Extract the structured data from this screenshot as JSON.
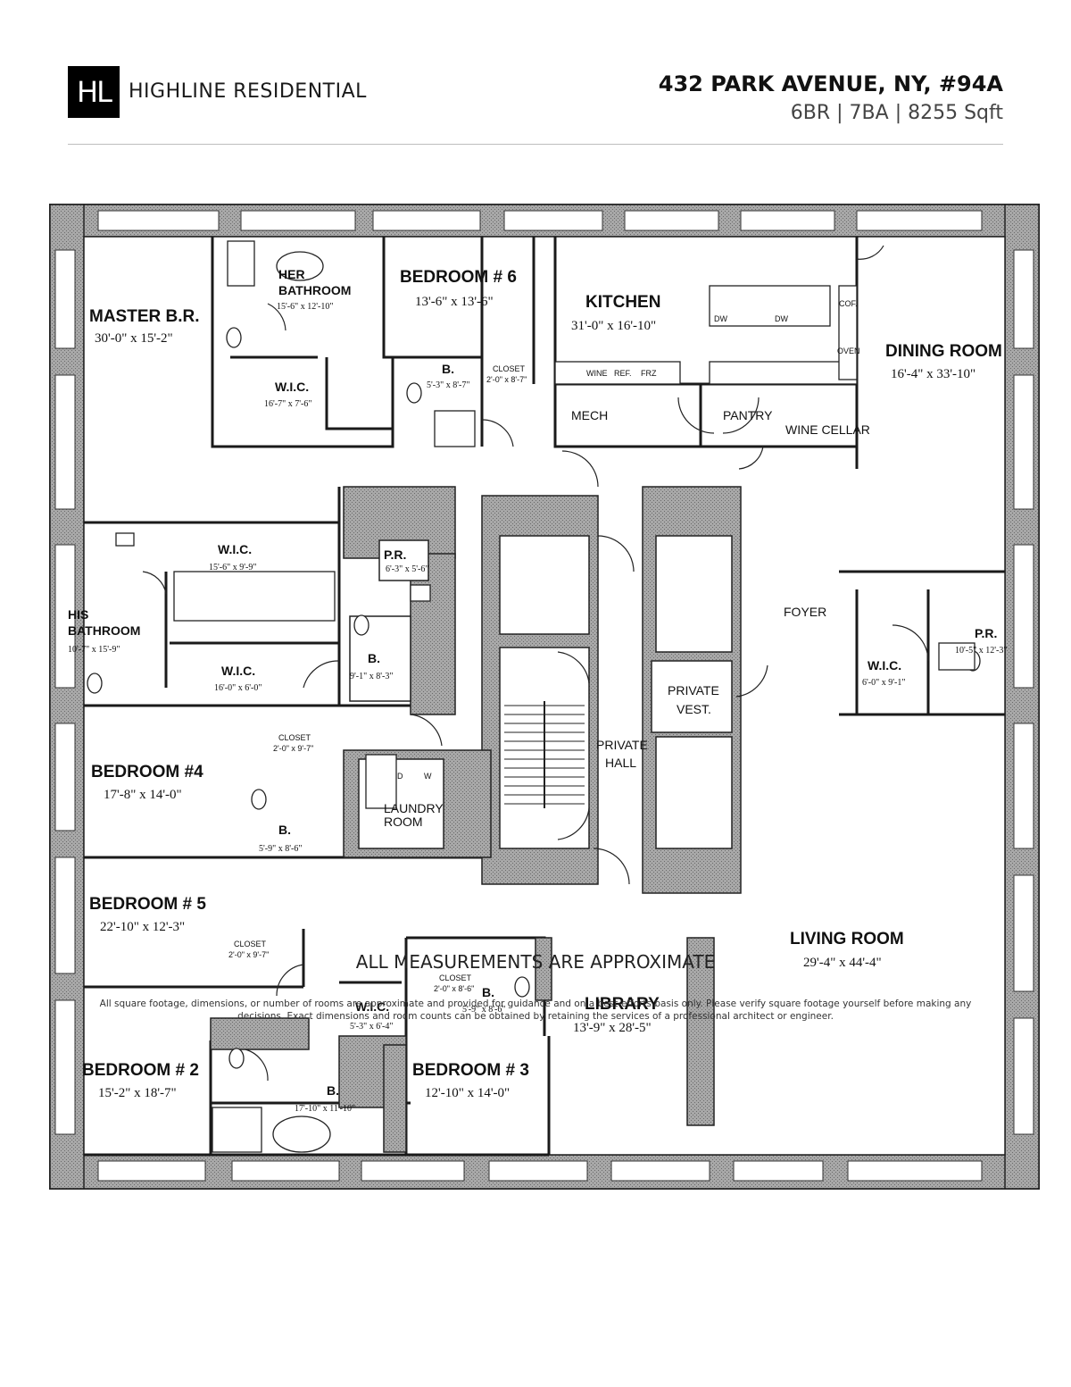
{
  "brand": {
    "logo_text": "HL",
    "name": "HIGHLINE RESIDENTIAL"
  },
  "listing": {
    "address": "432 PARK AVENUE, NY, #94A",
    "summary": "6BR | 7BA | 8255 Sqft"
  },
  "rooms": {
    "master_br": {
      "name": "MASTER B.R.",
      "dim": "30'-0\" x 15'-2\""
    },
    "her_bath": {
      "name1": "HER",
      "name2": "BATHROOM",
      "dim": "15'-6\" x 12'-10\""
    },
    "wic_master": {
      "name": "W.I.C.",
      "dim": "16'-7\" x 7'-6\""
    },
    "bedroom6": {
      "name": "BEDROOM # 6",
      "dim": "13'-6\" x 13'-6\""
    },
    "bath6": {
      "name": "B.",
      "dim": "5'-3\" x 8'-7\""
    },
    "closet6": {
      "name": "CLOSET",
      "dim": "2'-0\" x 8'-7\""
    },
    "kitchen": {
      "name": "KITCHEN",
      "dim": "31'-0\" x 16'-10\""
    },
    "dining": {
      "name": "DINING ROOM",
      "dim": "16'-4\" x 33'-10\""
    },
    "mech": {
      "name": "MECH"
    },
    "pantry": {
      "name": "PANTRY"
    },
    "wine_cellar": {
      "name": "WINE CELLAR"
    },
    "wic_his1": {
      "name": "W.I.C.",
      "dim": "15'-6\" x 9'-9\""
    },
    "his_bath": {
      "name1": "HIS",
      "name2": "BATHROOM",
      "dim": "10'-7\" x 15'-9\""
    },
    "wic_his2": {
      "name": "W.I.C.",
      "dim": "16'-0\" x 6'-0\""
    },
    "pr1": {
      "name": "P.R.",
      "dim": "6'-3\" x 5'-6\""
    },
    "bath_center": {
      "name": "B.",
      "dim": "9'-1\" x 8'-3\""
    },
    "foyer": {
      "name": "FOYER"
    },
    "pr2": {
      "name": "P.R.",
      "dim": "10'-5\" x 12'-3\""
    },
    "wic_foyer": {
      "name": "W.I.C.",
      "dim": "6'-0\" x 9'-1\""
    },
    "private_vest": {
      "name1": "PRIVATE",
      "name2": "VEST."
    },
    "private_hall": {
      "name1": "PRIVATE",
      "name2": "HALL"
    },
    "bedroom4": {
      "name": "BEDROOM #4",
      "dim": "17'-8\" x 14'-0\""
    },
    "closet4": {
      "name": "CLOSET",
      "dim": "2'-0\" x 9'-7\""
    },
    "bath4": {
      "name": "B.",
      "dim": "5'-9\" x 8'-6\""
    },
    "laundry": {
      "name1": "LAUNDRY",
      "name2": "ROOM"
    },
    "bedroom5": {
      "name": "BEDROOM # 5",
      "dim": "22'-10\" x 12'-3\""
    },
    "closet5": {
      "name": "CLOSET",
      "dim": "2'-0\" x 9'-7\""
    },
    "living": {
      "name": "LIVING ROOM",
      "dim": "29'-4\" x 44'-4\""
    },
    "library": {
      "name": "LIBRARY",
      "dim": "13'-9\" x 28'-5\""
    },
    "wic_b3": {
      "name": "W.I.C.",
      "dim": "5'-3\" x 6'-4\""
    },
    "closet3": {
      "name": "CLOSET",
      "dim": "2'-0\" x 8'-6\""
    },
    "bath3": {
      "name": "B.",
      "dim": "5'-9\" x 8'-6\""
    },
    "bedroom2": {
      "name": "BEDROOM # 2",
      "dim": "15'-2\" x 18'-7\""
    },
    "bath2": {
      "name": "B.",
      "dim": "17'-10\" x 11'-10\""
    },
    "bedroom3": {
      "name": "BEDROOM # 3",
      "dim": "12'-10\" x 14'-0\""
    }
  },
  "fixtures": {
    "wine": "WINE",
    "ref": "REF.",
    "frz": "FRZ",
    "cof": "COF.",
    "oven": "OVEN",
    "dw": "DW",
    "d": "D",
    "w": "W"
  },
  "footer": {
    "note": "ALL MEASUREMENTS ARE APPROXIMATE",
    "disclaimer": "All square footage, dimensions, or number of rooms are approximate and provided for guidance and on a best-efforts basis only. Please verify square footage yourself before making any decisions. Exact dimensions and room counts can be obtained by retaining the services of a professional architect or engineer."
  },
  "colors": {
    "wall_fill": "#9a9a9a",
    "wall_stroke": "#1a1a1a",
    "logo_bg": "#000000"
  }
}
